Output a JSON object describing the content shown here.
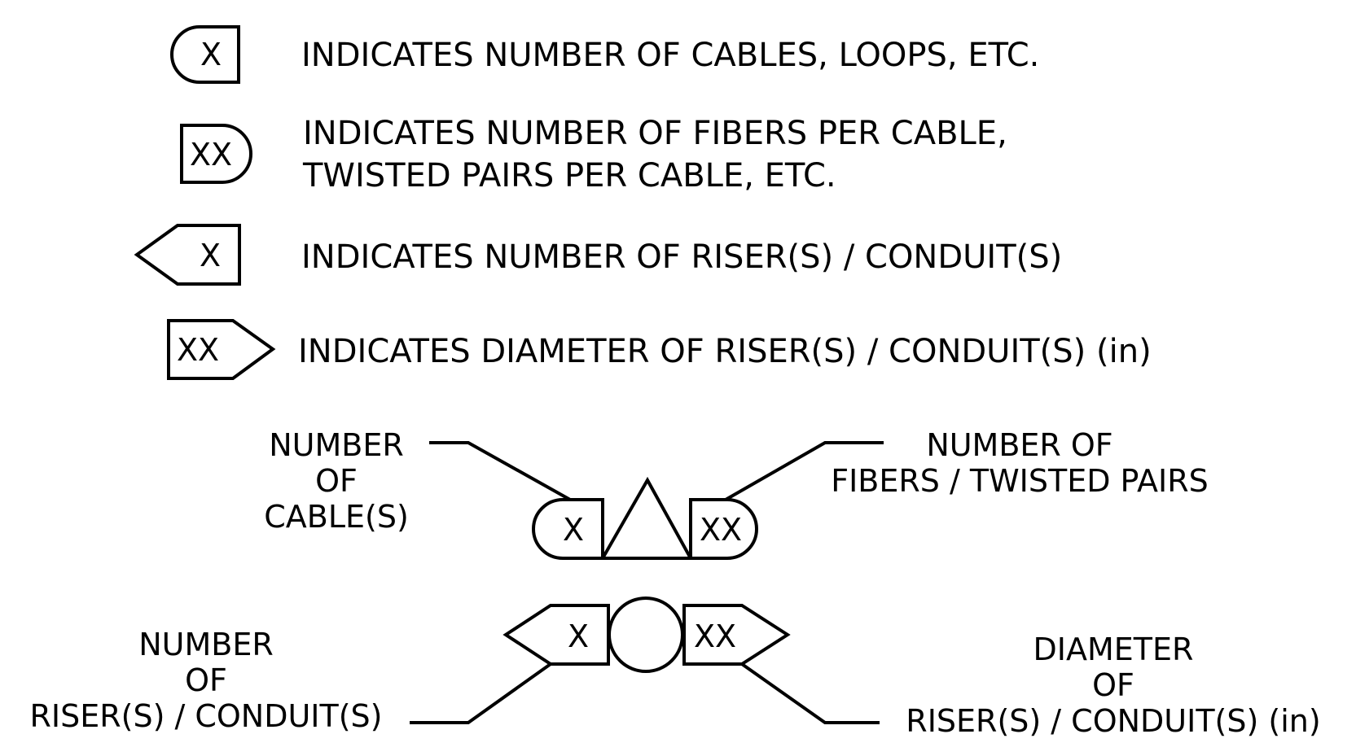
{
  "legend": {
    "rows": [
      {
        "symbol_text": "X",
        "lines": [
          "INDICATES NUMBER OF CABLES, LOOPS, ETC."
        ]
      },
      {
        "symbol_text": "XX",
        "lines": [
          "INDICATES NUMBER OF FIBERS PER CABLE,",
          "TWISTED PAIRS PER CABLE, ETC."
        ]
      },
      {
        "symbol_text": "X",
        "lines": [
          "INDICATES NUMBER OF RISER(S) / CONDUIT(S)"
        ]
      },
      {
        "symbol_text": "XX",
        "lines": [
          "INDICATES DIAMETER OF RISER(S) / CONDUIT(S) (in)"
        ]
      }
    ]
  },
  "cable_example": {
    "left_label": [
      "NUMBER",
      "OF",
      "CABLE(S)"
    ],
    "right_label": [
      "NUMBER OF",
      "FIBERS / TWISTED PAIRS"
    ],
    "left_symbol_text": "X",
    "right_symbol_text": "XX"
  },
  "riser_example": {
    "left_label": [
      "NUMBER",
      "OF",
      "RISER(S) / CONDUIT(S)"
    ],
    "right_label": [
      "DIAMETER",
      "OF",
      "RISER(S) / CONDUIT(S) (in)"
    ],
    "left_symbol_text": "X",
    "right_symbol_text": "XX"
  }
}
